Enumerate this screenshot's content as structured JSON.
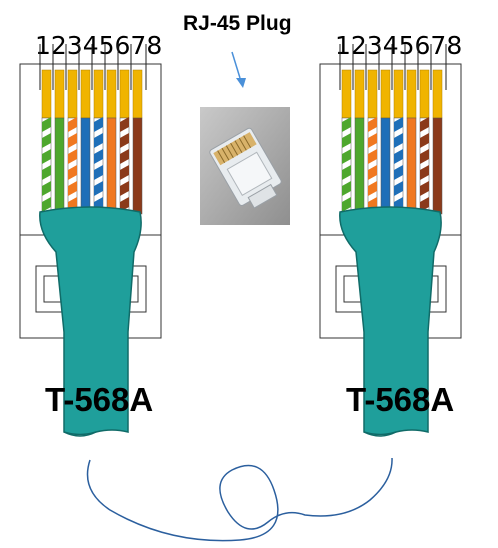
{
  "plug_label": "RJ-45 Plug",
  "connectors": [
    {
      "pin_numbers": "12345678",
      "standard": "T-568A"
    },
    {
      "pin_numbers": "12345678",
      "standard": "T-568A"
    }
  ],
  "wire_order": [
    {
      "stripe": "#ffffff",
      "color": "#4ea72e",
      "striped": true
    },
    {
      "stripe": "#4ea72e",
      "color": "#4ea72e",
      "striped": false
    },
    {
      "stripe": "#ffffff",
      "color": "#f07820",
      "striped": true
    },
    {
      "stripe": "#1f6fb8",
      "color": "#1f6fb8",
      "striped": false
    },
    {
      "stripe": "#ffffff",
      "color": "#1f6fb8",
      "striped": true
    },
    {
      "stripe": "#f07820",
      "color": "#f07820",
      "striped": false
    },
    {
      "stripe": "#ffffff",
      "color": "#8b3a1a",
      "striped": true
    },
    {
      "stripe": "#8b3a1a",
      "color": "#8b3a1a",
      "striped": false
    }
  ],
  "colors": {
    "jacket": "#1f9f9b",
    "jacket_edge": "#106b68",
    "pin_gold": "#f0b400",
    "arrow": "#4a90d9",
    "loop": "#2b5f9e"
  }
}
